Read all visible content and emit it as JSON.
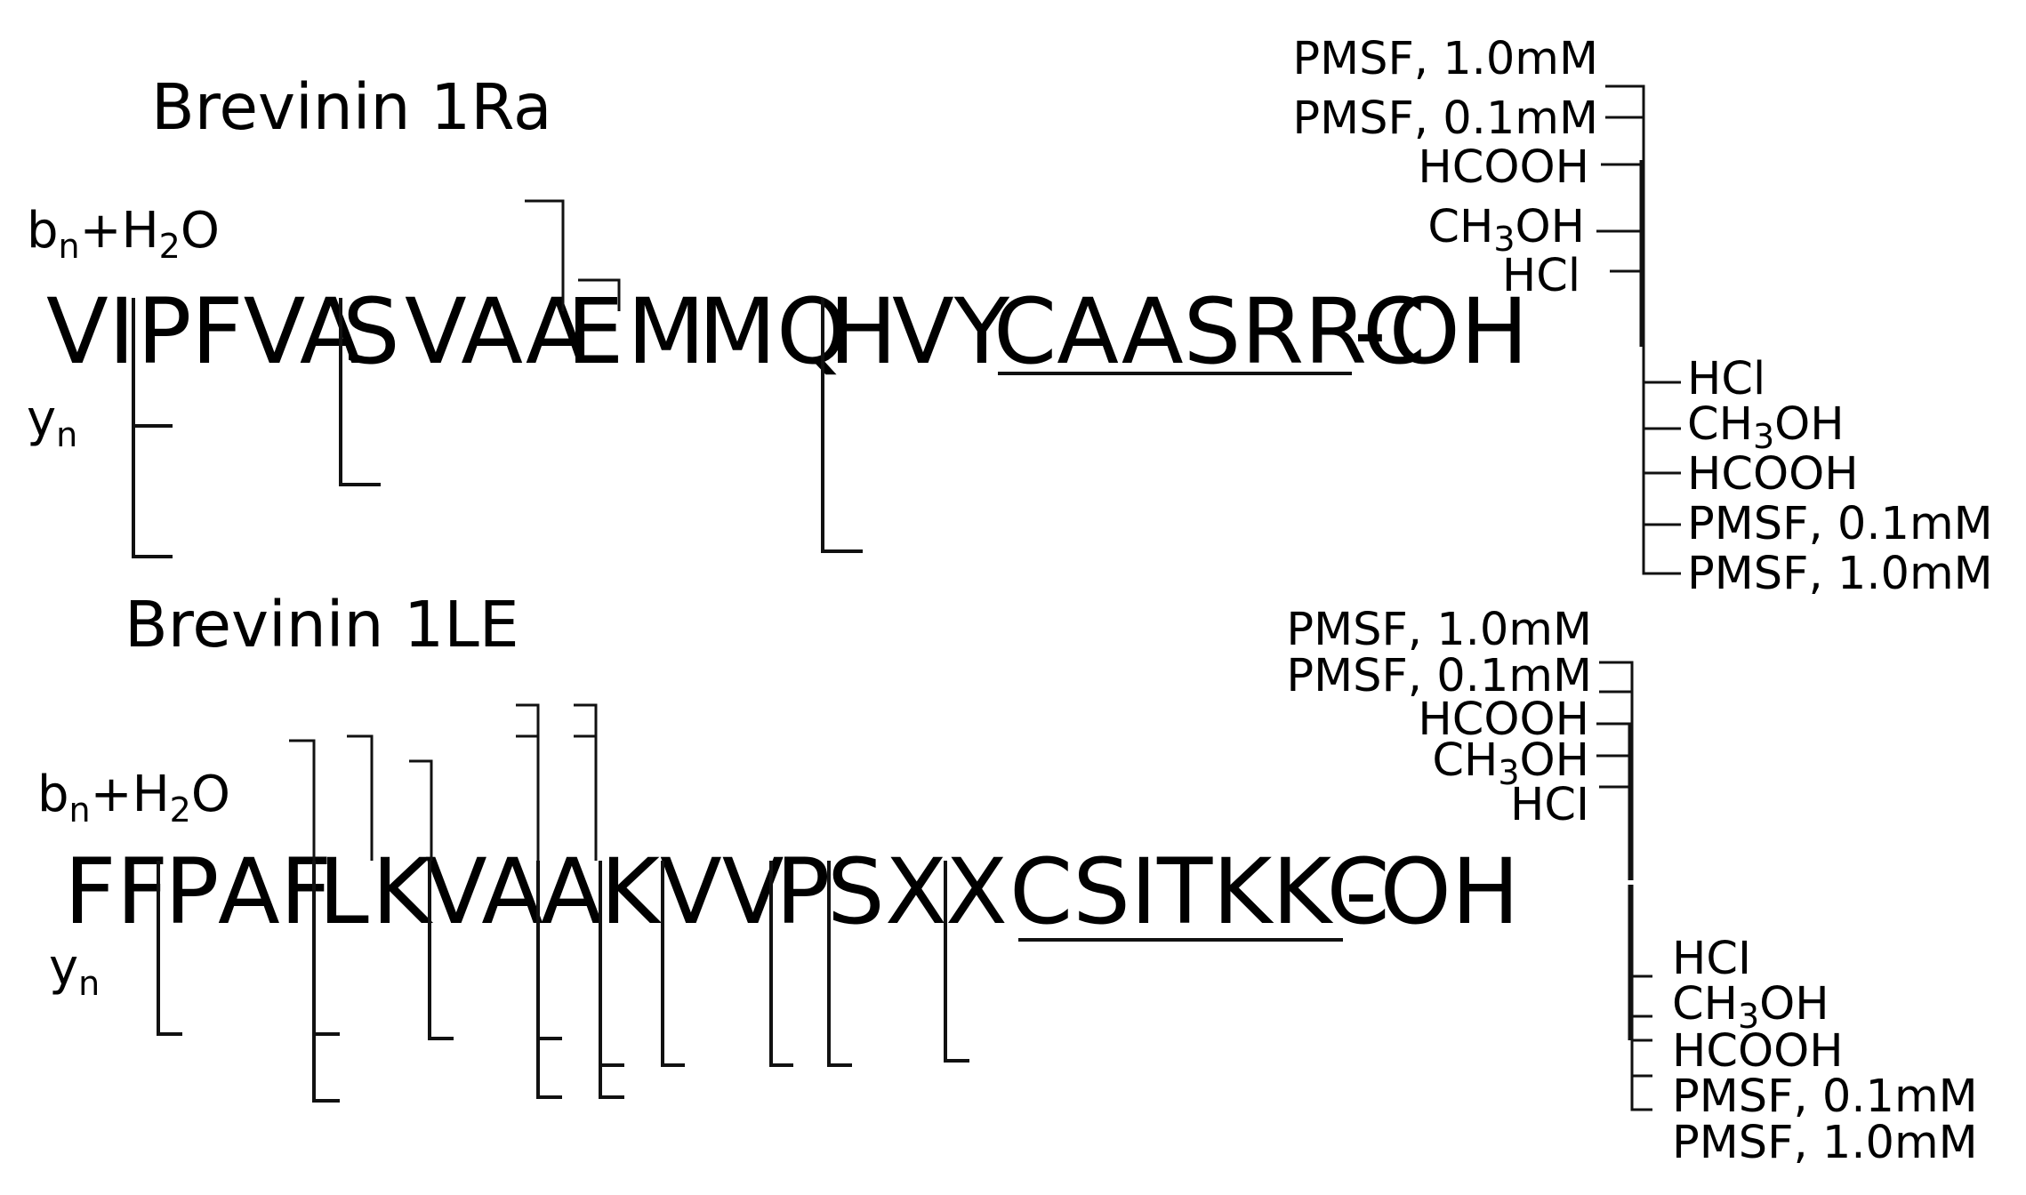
{
  "panels": [
    {
      "title": "Brevinin 1Ra",
      "b_label": {
        "main": "b",
        "sub1": "n",
        "plus": "+H",
        "sub2": "2",
        "tail": "O"
      },
      "y_label": {
        "main": "y",
        "sub": "n"
      },
      "sequence": [
        {
          "text": "VI"
        },
        {
          "text": "P"
        },
        {
          "text": "FVA"
        },
        {
          "text": "S"
        },
        {
          "text": "VAA"
        },
        {
          "text": "E"
        },
        {
          "text": "M"
        },
        {
          "text": "MQ"
        },
        {
          "text": "H"
        },
        {
          "text": "VY"
        },
        {
          "text": "CAASRRC",
          "underline": true
        },
        {
          "text": "-OH"
        }
      ],
      "legend_top": [
        "PMSF, 1.0mM",
        "PMSF, 0.1mM",
        "HCOOH",
        {
          "pre": "CH",
          "sub": "3",
          "post": "OH"
        },
        "HCl"
      ],
      "legend_bottom": [
        "HCl",
        {
          "pre": "CH",
          "sub": "3",
          "post": "OH"
        },
        "HCOOH",
        "PMSF, 0.1mM",
        "PMSF, 1.0mM"
      ]
    },
    {
      "title": "Brevinin 1LE",
      "b_label": {
        "main": "b",
        "sub1": "n",
        "plus": "+H",
        "sub2": "2",
        "tail": "O"
      },
      "y_label": {
        "main": "y",
        "sub": "n"
      },
      "sequence": [
        {
          "text": "FF"
        },
        {
          "text": "P"
        },
        {
          "text": "AF"
        },
        {
          "text": "L"
        },
        {
          "text": "K"
        },
        {
          "text": "VA"
        },
        {
          "text": "A"
        },
        {
          "text": "K"
        },
        {
          "text": "VV"
        },
        {
          "text": "P"
        },
        {
          "text": "S"
        },
        {
          "text": "X"
        },
        {
          "text": "X"
        },
        {
          "text": "CSITKKC",
          "underline": true
        },
        {
          "text": "-OH"
        }
      ],
      "legend_top": [
        "PMSF, 1.0mM",
        "PMSF, 0.1mM",
        "HCOOH",
        {
          "pre": "CH",
          "sub": "3",
          "post": "OH"
        },
        "HCI"
      ],
      "legend_bottom": [
        "HCI",
        {
          "pre": "CH",
          "sub": "3",
          "post": "OH"
        },
        "HCOOH",
        "PMSF, 0.1mM",
        "PMSF, 1.0mM"
      ]
    }
  ]
}
